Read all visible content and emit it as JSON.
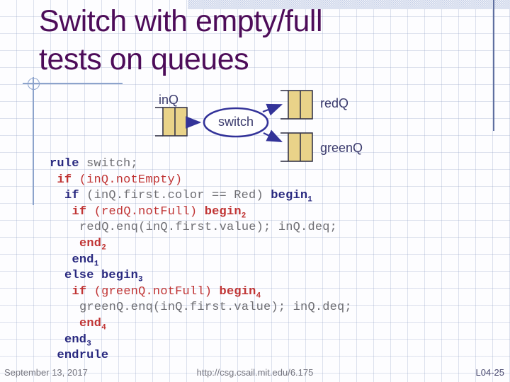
{
  "slide": {
    "title_lines": [
      "Switch with empty/full",
      "tests on queues"
    ]
  },
  "diagram": {
    "in_queue_label": "inQ",
    "switch_label": "switch",
    "red_queue_label": "redQ",
    "green_queue_label": "greenQ"
  },
  "code": {
    "lines": [
      {
        "indent": 0,
        "segs": [
          {
            "t": "rule",
            "s": "kb"
          },
          {
            "t": " switch;",
            "s": "g"
          }
        ]
      },
      {
        "indent": 1,
        "segs": [
          {
            "t": "if",
            "s": "kr"
          },
          {
            "t": " (inQ.notEmpty)",
            "s": "r"
          }
        ]
      },
      {
        "indent": 2,
        "segs": [
          {
            "t": "if",
            "s": "kb"
          },
          {
            "t": " (inQ.first.color == Red) ",
            "s": "g"
          },
          {
            "t": "begin",
            "s": "kb"
          },
          {
            "t": "1",
            "s": "kb",
            "sub": true
          }
        ]
      },
      {
        "indent": 3,
        "segs": [
          {
            "t": "if",
            "s": "kr"
          },
          {
            "t": " (redQ.notFull) ",
            "s": "r"
          },
          {
            "t": "begin",
            "s": "kr"
          },
          {
            "t": "2",
            "s": "kr",
            "sub": true
          }
        ]
      },
      {
        "indent": 4,
        "segs": [
          {
            "t": "redQ.enq(inQ.first.value); inQ.deq;",
            "s": "g"
          }
        ]
      },
      {
        "indent": 4,
        "segs": [
          {
            "t": "end",
            "s": "kr"
          },
          {
            "t": "2",
            "s": "kr",
            "sub": true
          }
        ]
      },
      {
        "indent": 3,
        "segs": [
          {
            "t": "end",
            "s": "kb"
          },
          {
            "t": "1",
            "s": "kb",
            "sub": true
          }
        ]
      },
      {
        "indent": 2,
        "segs": [
          {
            "t": "else begin",
            "s": "kb"
          },
          {
            "t": "3",
            "s": "kb",
            "sub": true
          }
        ]
      },
      {
        "indent": 3,
        "segs": [
          {
            "t": "if",
            "s": "kr"
          },
          {
            "t": " (greenQ.notFull) ",
            "s": "r"
          },
          {
            "t": "begin",
            "s": "kr"
          },
          {
            "t": "4",
            "s": "kr",
            "sub": true
          }
        ]
      },
      {
        "indent": 4,
        "segs": [
          {
            "t": "greenQ.enq(inQ.first.value); inQ.deq;",
            "s": "g"
          }
        ]
      },
      {
        "indent": 4,
        "segs": [
          {
            "t": "end",
            "s": "kr"
          },
          {
            "t": "4",
            "s": "kr",
            "sub": true
          }
        ]
      },
      {
        "indent": 2,
        "segs": [
          {
            "t": "end",
            "s": "kb"
          },
          {
            "t": "3",
            "s": "kb",
            "sub": true
          }
        ]
      },
      {
        "indent": 1,
        "segs": [
          {
            "t": "endrule",
            "s": "kb"
          }
        ]
      }
    ]
  },
  "footer": {
    "date": "September 13, 2017",
    "url": "http://csg.csail.mit.edu/6.175",
    "slide_number": "L04-25"
  },
  "colors": {
    "title": "#4d0c59",
    "template-line": "#8ca3cc",
    "right-line": "#5f6fa0",
    "top-band": "#c5cfe7",
    "diagram-line": "#333399",
    "queue-fill": "#e9d389",
    "queue-border": "#36364a",
    "label": "#3b3b6d",
    "code-blue": "#28287f",
    "code-red": "#c03434",
    "code-gray": "#6e6e73",
    "footer-gray": "#75757f",
    "footer-page": "#47476e"
  }
}
